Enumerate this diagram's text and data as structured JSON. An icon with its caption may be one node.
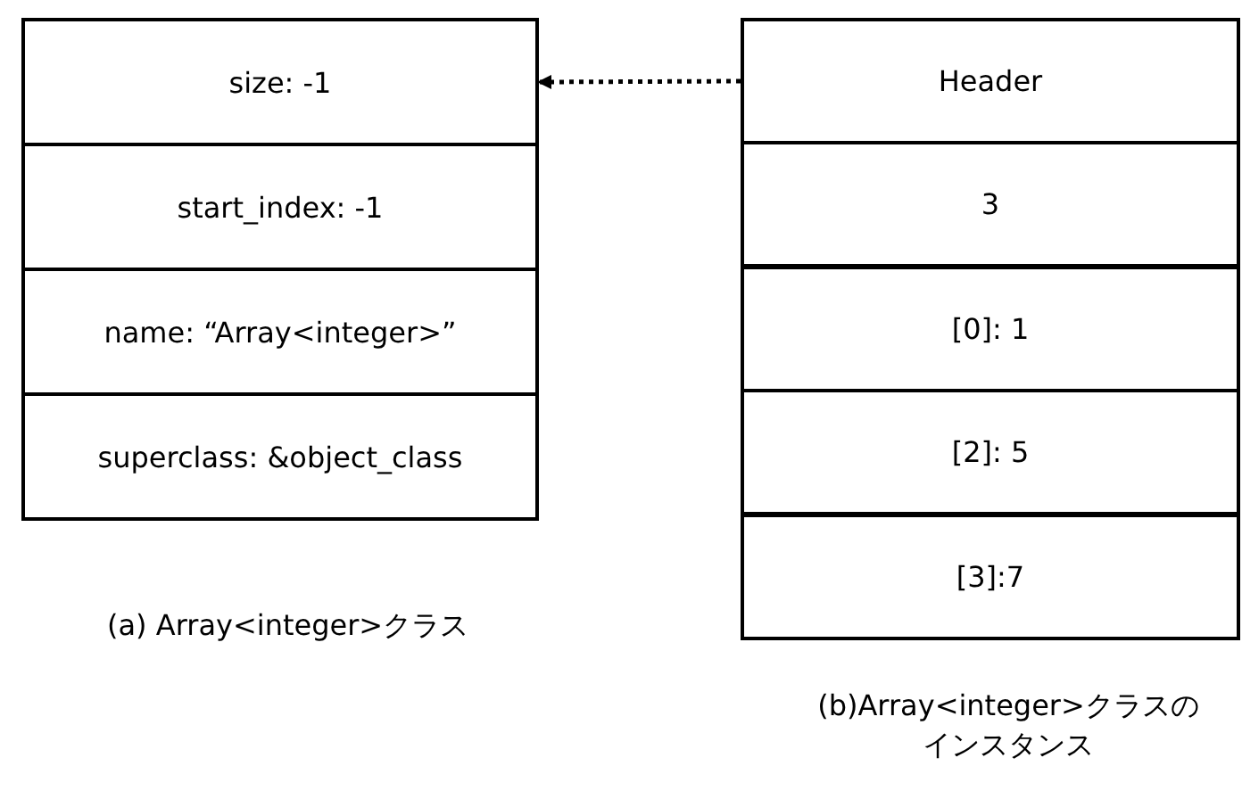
{
  "diagram": {
    "nodes": [
      {
        "text": [
          "size: -1"
        ]
      },
      {
        "text": [
          "start_index: -1"
        ]
      },
      {
        "text": [
          "name: “Array<integer>”"
        ]
      },
      {
        "text": [
          "superclass: &object_class"
        ]
      },
      {
        "text": [
          "Header"
        ]
      },
      {
        "text": [
          "3"
        ]
      },
      {
        "text": [
          "[0]: 1"
        ]
      },
      {
        "text": [
          "[2]: 5"
        ]
      },
      {
        "text": [
          "[3]:7"
        ]
      }
    ],
    "edges": [
      {
        "from": 4,
        "to": 0,
        "arrow": "to",
        "style": "dashed"
      }
    ],
    "labels": [
      "(a) Array<integer>クラス",
      "(b)Array<integer>クラスのインスタンス"
    ]
  }
}
